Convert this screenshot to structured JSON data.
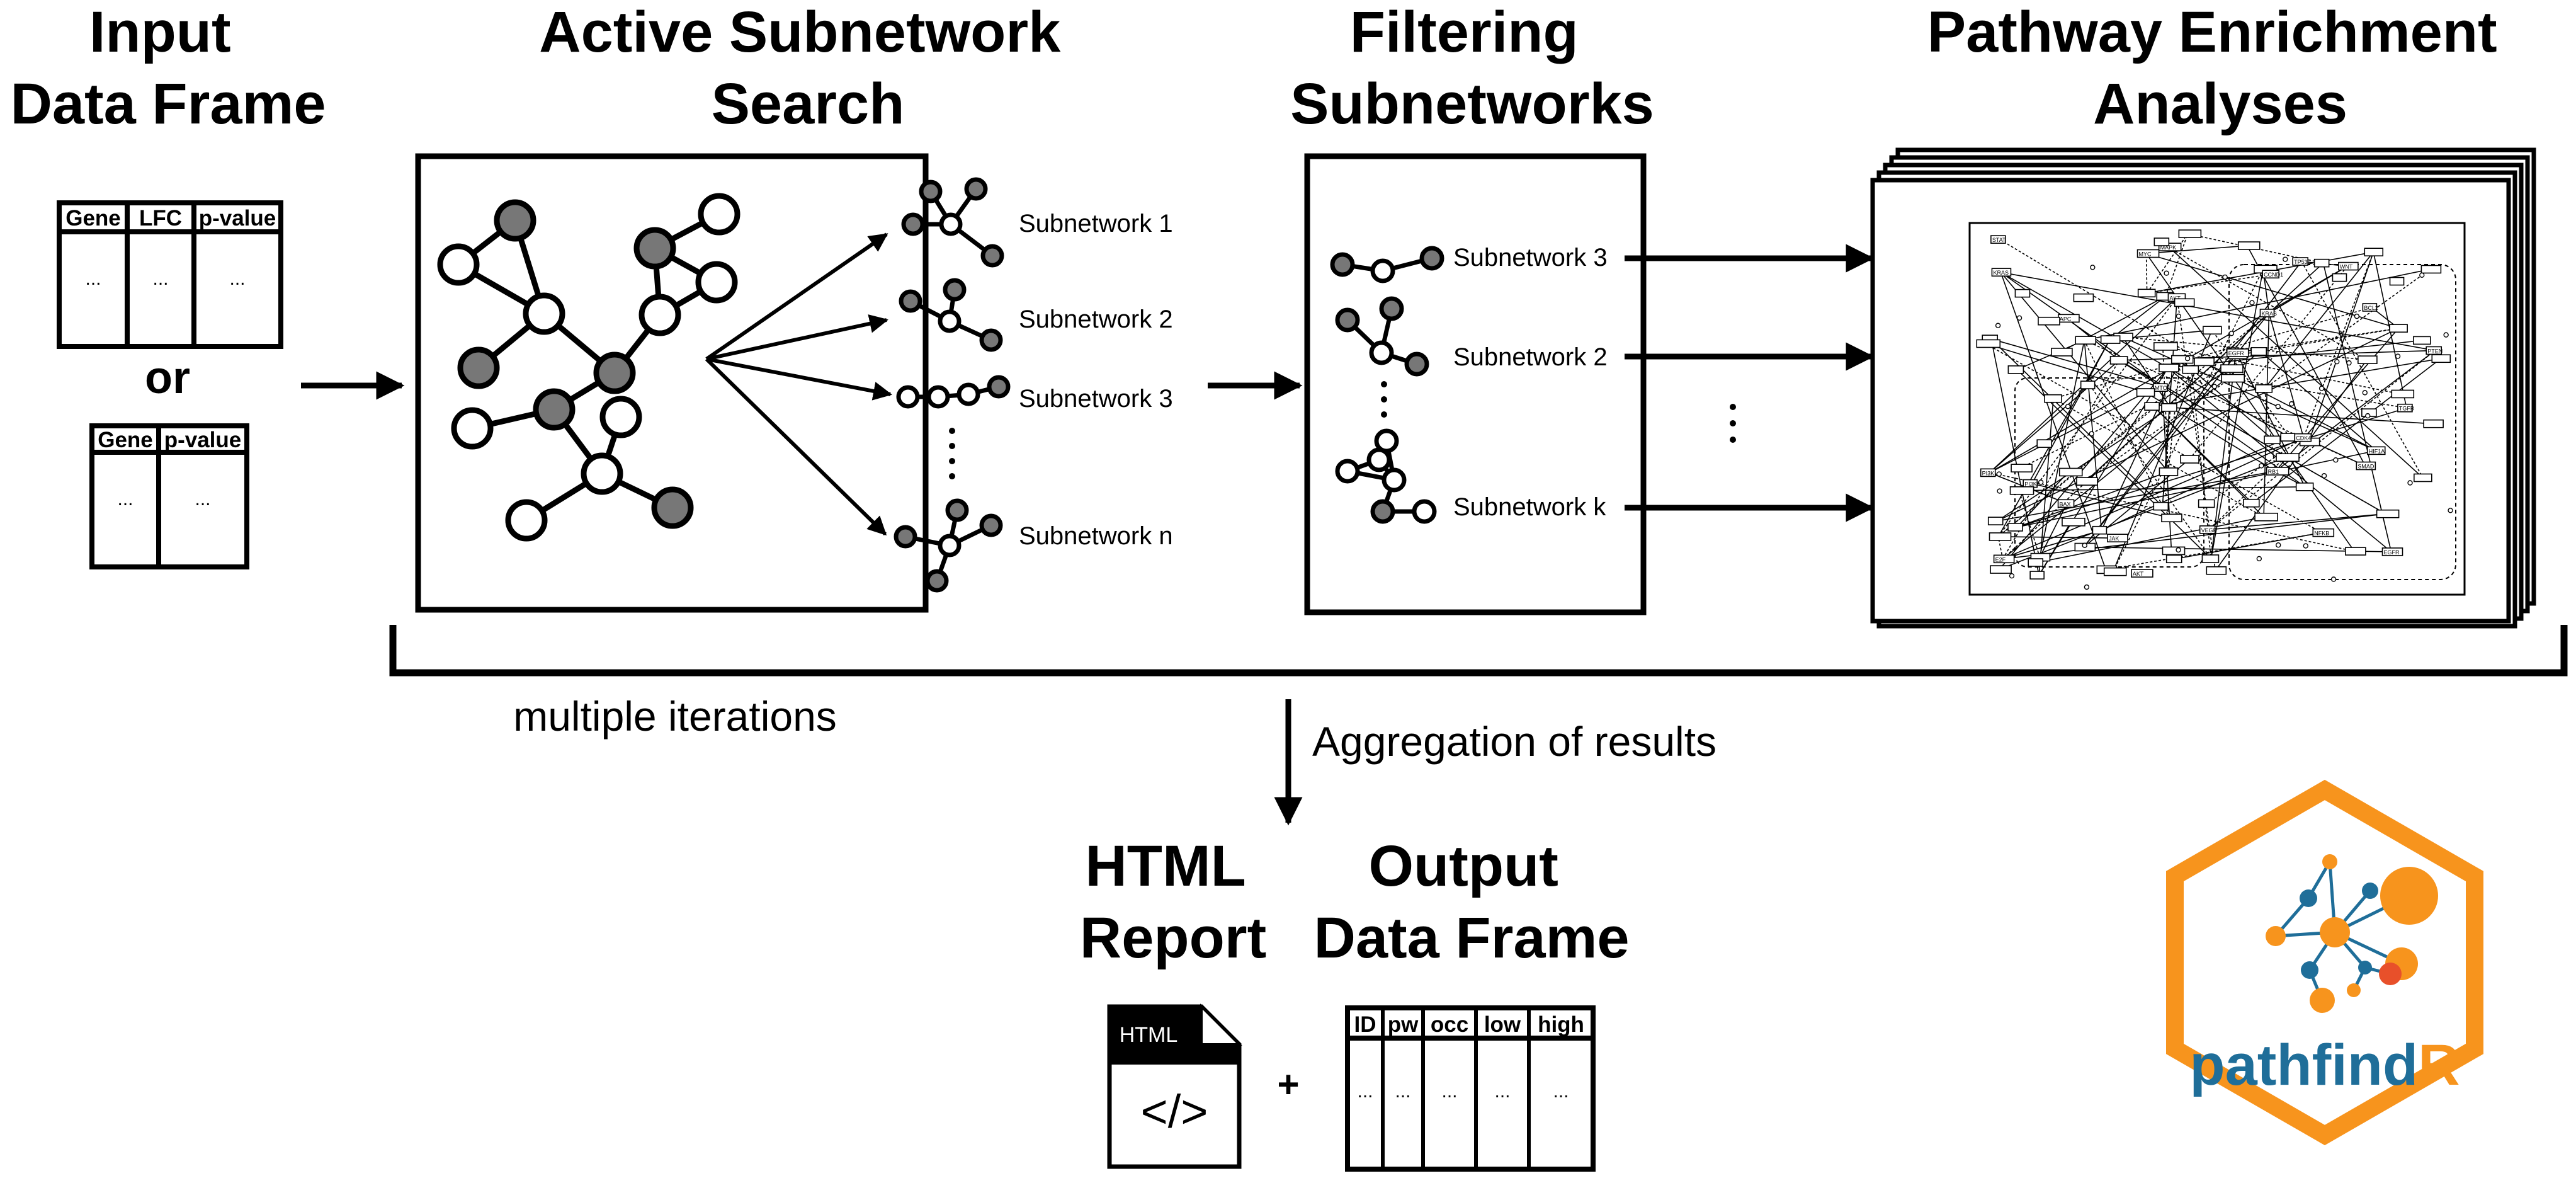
{
  "headers": {
    "input": [
      "Input",
      "Data Frame"
    ],
    "active": [
      "Active Subnetwork",
      "Search"
    ],
    "filtering": [
      "Filtering",
      "Subnetworks"
    ],
    "pathway": [
      "Pathway Enrichment",
      "Analyses"
    ],
    "html_report": [
      "HTML",
      "Report"
    ],
    "output": [
      "Output",
      "Data Frame"
    ]
  },
  "input_table_1": {
    "columns": [
      "Gene",
      "LFC",
      "p-value"
    ],
    "cells": [
      "...",
      "...",
      "..."
    ]
  },
  "or_text": "or",
  "input_table_2": {
    "columns": [
      "Gene",
      "p-value"
    ],
    "cells": [
      "...",
      "..."
    ]
  },
  "search_subnetworks": [
    "Subnetwork 1",
    "Subnetwork 2",
    "Subnetwork 3",
    "Subnetwork n"
  ],
  "filtered_subnetworks": [
    "Subnetwork 3",
    "Subnetwork 2",
    "Subnetwork k"
  ],
  "iteration_label": "multiple iterations",
  "aggregation_label": "Aggregation of results",
  "html_file": {
    "badge": "HTML",
    "code_symbol": "</>"
  },
  "plus_sign": "+",
  "output_table": {
    "columns": [
      "ID",
      "pw",
      "occ",
      "low",
      "high"
    ],
    "cells": [
      "...",
      "...",
      "...",
      "...",
      "..."
    ]
  },
  "logo": {
    "text_main": "pathfind",
    "text_accent": "R",
    "text_color": "#1f6e99",
    "accent_color": "#f7941d",
    "highlight_color": "#e8502a"
  },
  "pathway_map": {
    "boxes": [
      "EGFR",
      "KRAS",
      "PI3K",
      "AKT",
      "MAPK",
      "MTOR",
      "TP53",
      "CDK4",
      "RB1",
      "E2F",
      "BCL2",
      "BAX",
      "WNT",
      "APC",
      "MYC",
      "JAK",
      "STAT",
      "VEGF",
      "HIF1A",
      "NFKB",
      "TGFB",
      "SMAD",
      "CCND1",
      "PTEN"
    ]
  }
}
